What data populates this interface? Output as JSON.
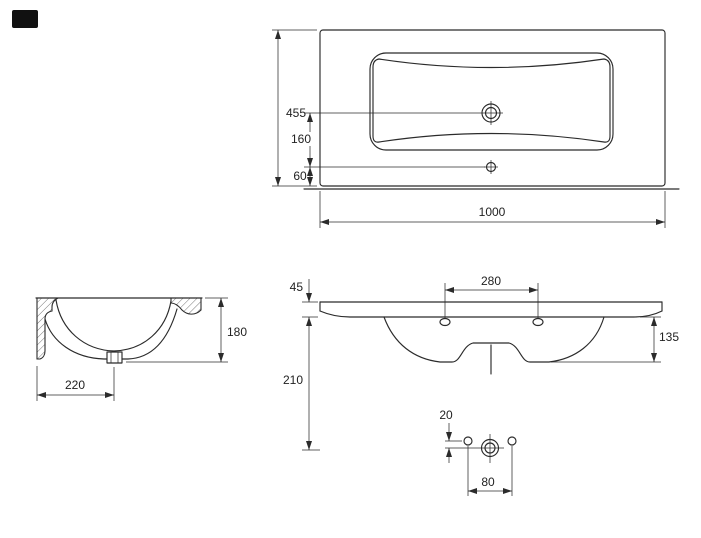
{
  "colors": {
    "line": "#2b2b2b",
    "background": "#ffffff",
    "logo": "#111111"
  },
  "views": {
    "top": {
      "height": "455",
      "hole_offset": "160",
      "edge_offset": "60",
      "width": "1000"
    },
    "side": {
      "height": "180",
      "depth": "220"
    },
    "front": {
      "rim_thickness": "45",
      "tap_spacing": "280",
      "bowl_depth": "135",
      "drain_height": "210",
      "hole_offset": "20",
      "hole_spacing": "80"
    }
  }
}
